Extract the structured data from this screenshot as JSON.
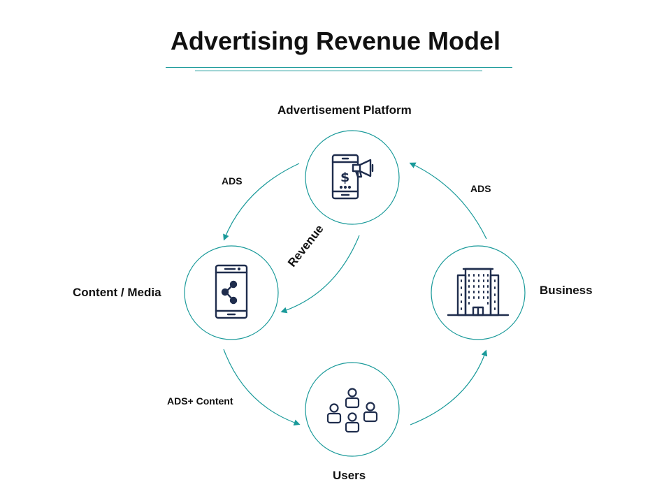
{
  "title": "Advertising Revenue Model",
  "nodes": {
    "platform": {
      "label": "Advertisement Platform",
      "icon": "phone-dollar-megaphone-icon"
    },
    "content": {
      "label": "Content / Media",
      "icon": "phone-share-icon"
    },
    "business": {
      "label": "Business",
      "icon": "office-building-icon"
    },
    "users": {
      "label": "Users",
      "icon": "user-group-icon"
    }
  },
  "flows": {
    "ads_left": "ADS",
    "ads_right": "ADS",
    "ads_content": "ADS+ Content",
    "revenue": "Revenue"
  },
  "colors": {
    "accent": "#1a9a9a",
    "icon": "#1f2d4d",
    "text": "#111111"
  }
}
